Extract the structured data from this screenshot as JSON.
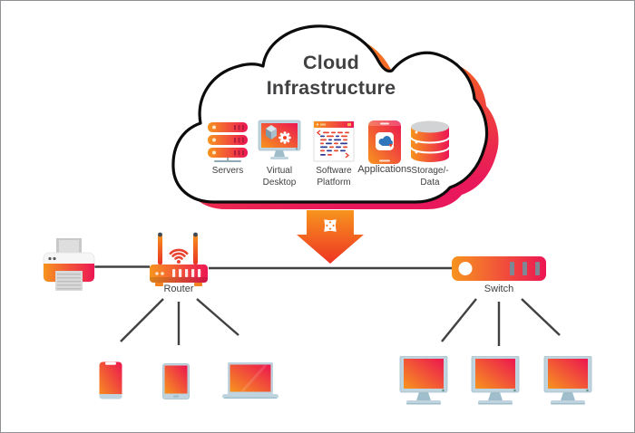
{
  "diagram": {
    "title": "Cloud\nInfrastructure",
    "services": [
      {
        "icon": "servers-icon",
        "label": "Servers"
      },
      {
        "icon": "virtual-desktop-icon",
        "label": "Virtual\nDesktop"
      },
      {
        "icon": "software-platform-icon",
        "label": "Software\nPlatform"
      },
      {
        "icon": "applications-icon",
        "label": "Applications"
      },
      {
        "icon": "storage-data-icon",
        "label": "Storage/-\nData"
      }
    ],
    "router_label": "Router",
    "switch_label": "Switch",
    "left_devices": [
      "printer",
      "smartphone",
      "tablet",
      "laptop"
    ],
    "right_devices": [
      "monitor",
      "monitor",
      "monitor"
    ]
  },
  "colors": {
    "accent_orange": "#F7941E",
    "accent_red": "#EC1653",
    "arrow_red": "#EE3423",
    "wifi_red": "#E8432F",
    "line": "#414042",
    "text": "#414042",
    "device_frame": "#BFD4DE",
    "frame_border": "#8f9194"
  }
}
